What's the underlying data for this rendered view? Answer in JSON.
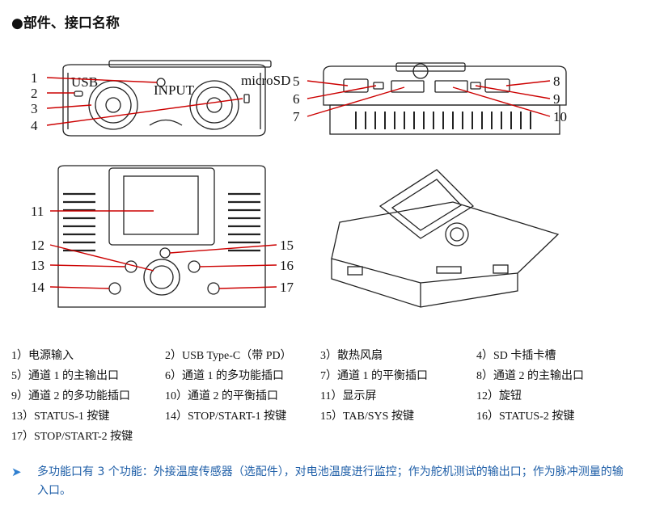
{
  "title": "●部件、接口名称",
  "callouts": [
    "1",
    "2",
    "3",
    "4",
    "5",
    "6",
    "7",
    "8",
    "9",
    "10",
    "11",
    "12",
    "13",
    "14",
    "15",
    "16",
    "17"
  ],
  "port_labels": {
    "usb": "USB",
    "input": "INPUT",
    "micro_sd": "microSD"
  },
  "legend": [
    "1）电源输入",
    "2）USB Type-C（带 PD）",
    "3）散热风扇",
    "4）SD 卡插卡槽",
    "5）通道 1 的主输出口",
    "6）通道 1 的多功能插口",
    "7）通道 1 的平衡插口",
    "8）通道 2 的主输出口",
    "9）通道 2 的多功能插口",
    "10）通道 2 的平衡插口",
    "11）显示屏",
    "12）旋钮",
    "13）STATUS-1 按键",
    "14）STOP/START-1 按键",
    "15）TAB/SYS 按键",
    "16）STATUS-2 按键",
    "17）STOP/START-2 按键"
  ],
  "note": {
    "arrow": "➤",
    "text": "多功能口有 3 个功能：外接温度传感器（选配件），对电池温度进行监控；作为舵机测试的输出口；作为脉冲测量的输入口。"
  },
  "colors": {
    "leader": "#cc0000",
    "line": "#222222",
    "note": "#1f5fa8"
  }
}
